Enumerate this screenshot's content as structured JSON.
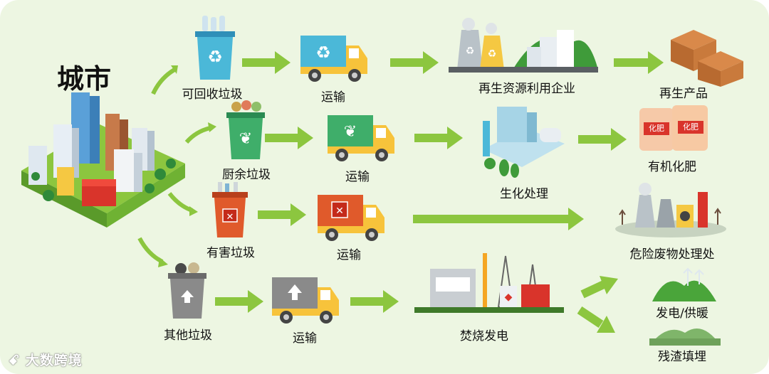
{
  "city": {
    "title": "城市"
  },
  "streams": {
    "recyclable": {
      "bin_label": "可回收垃圾",
      "truck_label": "运输",
      "facility_label": "再生资源利用企业",
      "product_label": "再生产品"
    },
    "kitchen": {
      "bin_label": "厨余垃圾",
      "truck_label": "运输",
      "facility_label": "生化处理",
      "product_label": "有机化肥",
      "bag_text": "化肥"
    },
    "hazardous": {
      "bin_label": "有害垃圾",
      "truck_label": "运输",
      "facility_label": "危险废物处理处"
    },
    "other": {
      "bin_label": "其他垃圾",
      "truck_label": "运输",
      "facility_label": "焚烧发电",
      "outputs": [
        "发电/供暖",
        "残渣填埋"
      ]
    }
  },
  "watermark": "大数跨境",
  "colors": {
    "arrow": "#8cc63f",
    "recyclable": "#4bb8d8",
    "kitchen": "#3fae6a",
    "hazardous": "#e05a2b",
    "other": "#8a8a8a",
    "truck_body": "#f7c33b",
    "land": "#7cc242"
  }
}
